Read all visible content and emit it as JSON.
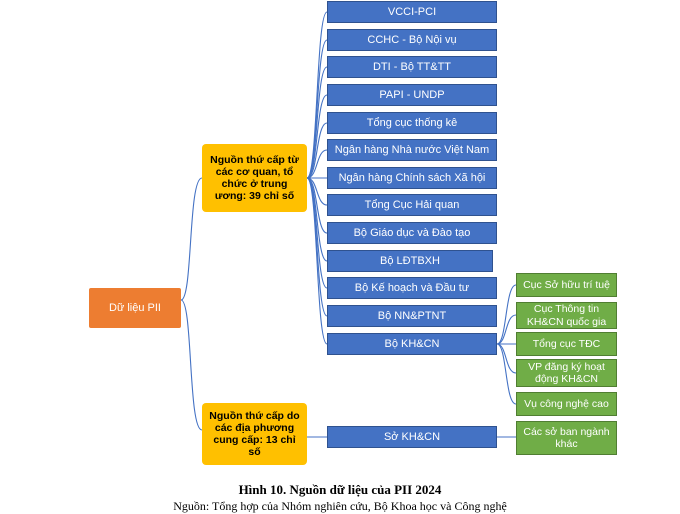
{
  "root": {
    "label": "Dữ liệu PII"
  },
  "groups": [
    {
      "label": "Nguồn thứ cấp từ các cơ quan, tổ chức ở trung ương: 39 chỉ số",
      "children": [
        "VCCI-PCI",
        "CCHC - Bộ Nội vụ",
        "DTI - Bộ TT&TT",
        "PAPI - UNDP",
        "Tổng cục thống kê",
        "Ngân hàng Nhà nước Việt Nam",
        "Ngân hàng Chính sách Xã hội",
        "Tổng Cục Hải quan",
        "Bộ Giáo dục và Đào tạo",
        "Bộ LĐTBXH",
        "Bộ Kế hoạch và Đầu tư",
        "Bộ NN&PTNT",
        "Bộ KH&CN"
      ]
    },
    {
      "label": "Nguồn thứ cấp do các địa phương cung cấp: 13 chỉ số",
      "children": [
        "Sở KH&CN"
      ]
    }
  ],
  "bo_khcn_children": [
    "Cục Sở hữu trí tuệ",
    "Cục Thông tin KH&CN quốc gia",
    "Tổng cục TĐC",
    "VP đăng ký hoạt động KH&CN",
    "Vụ công nghệ cao"
  ],
  "so_khcn_children": [
    "Các sở ban ngành khác"
  ],
  "caption": "Hình 10. Nguồn dữ liệu của PII 2024",
  "subcaption": "Nguồn: Tổng hợp của Nhóm nghiên cứu, Bộ Khoa học và Công nghệ",
  "colors": {
    "root": "#ed7d31",
    "group": "#ffc000",
    "source": "#4472c4",
    "subsource": "#70ad47",
    "connector": "#4472c4"
  }
}
